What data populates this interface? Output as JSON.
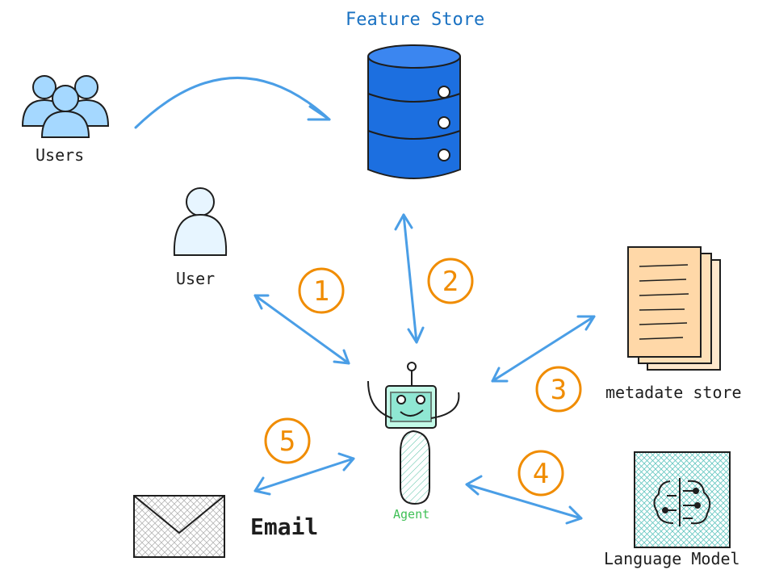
{
  "labels": {
    "feature_store": "Feature Store",
    "users": "Users",
    "user": "User",
    "metadata_store": "metadate store",
    "agent": "Agent",
    "email": "Email",
    "language_model": "Language Model"
  },
  "steps": [
    "1",
    "2",
    "3",
    "4",
    "5"
  ],
  "colors": {
    "arrow": "#4a9ee6",
    "step": "#f08c00",
    "feature_store_label": "#1971c2",
    "agent_label": "#40c057",
    "database_fill": "#1c6fe0",
    "person_fill": "#a5d8ff",
    "document_fill": "#ffd8a8",
    "robot_fill": "#c3fae8"
  },
  "icons": [
    "users-group-icon",
    "user-icon",
    "database-icon",
    "documents-icon",
    "robot-icon",
    "envelope-icon",
    "neural-chip-icon"
  ]
}
